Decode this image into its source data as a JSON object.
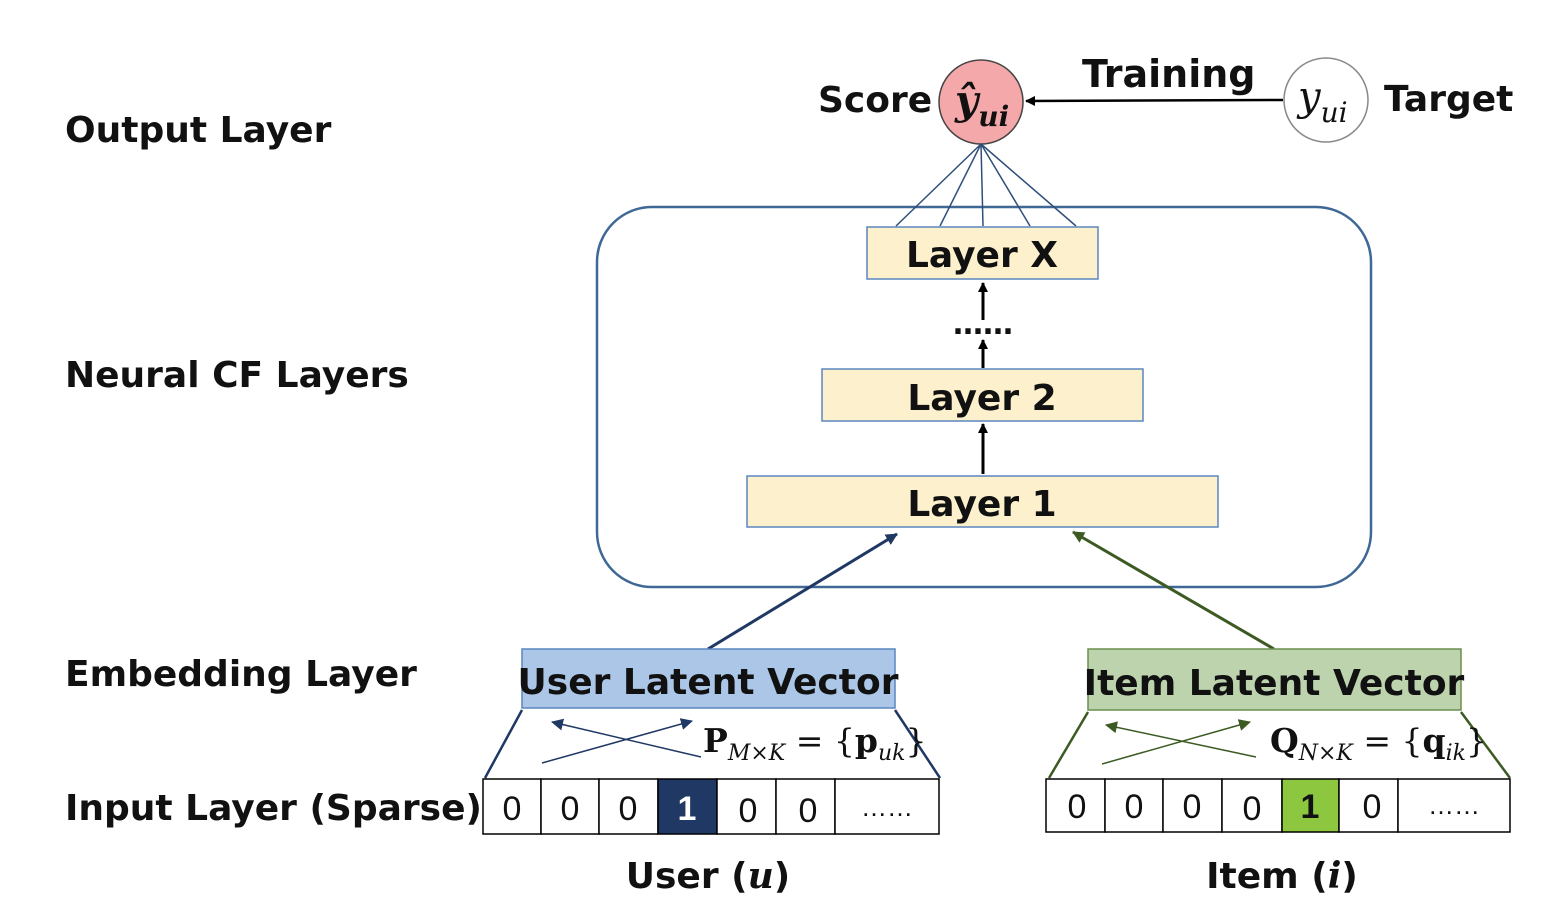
{
  "layers": {
    "output": "Output Layer",
    "neural": "Neural CF Layers",
    "embedding": "Embedding Layer",
    "input": "Input Layer (Sparse)"
  },
  "output": {
    "score_label": "Score",
    "score_symbol": "ŷ",
    "score_sub": "ui",
    "training_label": "Training",
    "target_symbol": "y",
    "target_sub": "ui",
    "target_label": "Target"
  },
  "ncf": {
    "layer_x": "Layer X",
    "layer_2": "Layer 2",
    "layer_1": "Layer 1",
    "ellipsis": "……"
  },
  "embedding": {
    "user_vector": "User Latent Vector",
    "item_vector": "Item Latent Vector",
    "user_matrix": {
      "symbol": "P",
      "sub": "M×K",
      "eq": " = {",
      "elem": "p",
      "elem_sub": "uk",
      "close": "}"
    },
    "item_matrix": {
      "symbol": "Q",
      "sub": "N×K",
      "eq": " = {",
      "elem": "q",
      "elem_sub": "ik",
      "close": "}"
    }
  },
  "input": {
    "user_cells": [
      "0",
      "0",
      "0",
      "1",
      "0",
      "0",
      "……"
    ],
    "item_cells": [
      "0",
      "0",
      "0",
      "0",
      "1",
      "0",
      "……"
    ],
    "user_caption": "User (",
    "user_var": "u",
    "item_caption": "Item (",
    "item_var": "i",
    "caption_close": ")"
  },
  "colors": {
    "score_fill": "#f4a8aa",
    "layer_fill": "#fdf1cd",
    "layer_border": "#5b86c0",
    "ncf_border": "#3f6896",
    "user_vec_fill": "#abc6e6",
    "item_vec_fill": "#bcd3ae",
    "user_arrow": "#1f3864",
    "item_arrow": "#3c5a22",
    "user_one_fill": "#1f3864",
    "item_one_fill": "#8dc63f"
  }
}
